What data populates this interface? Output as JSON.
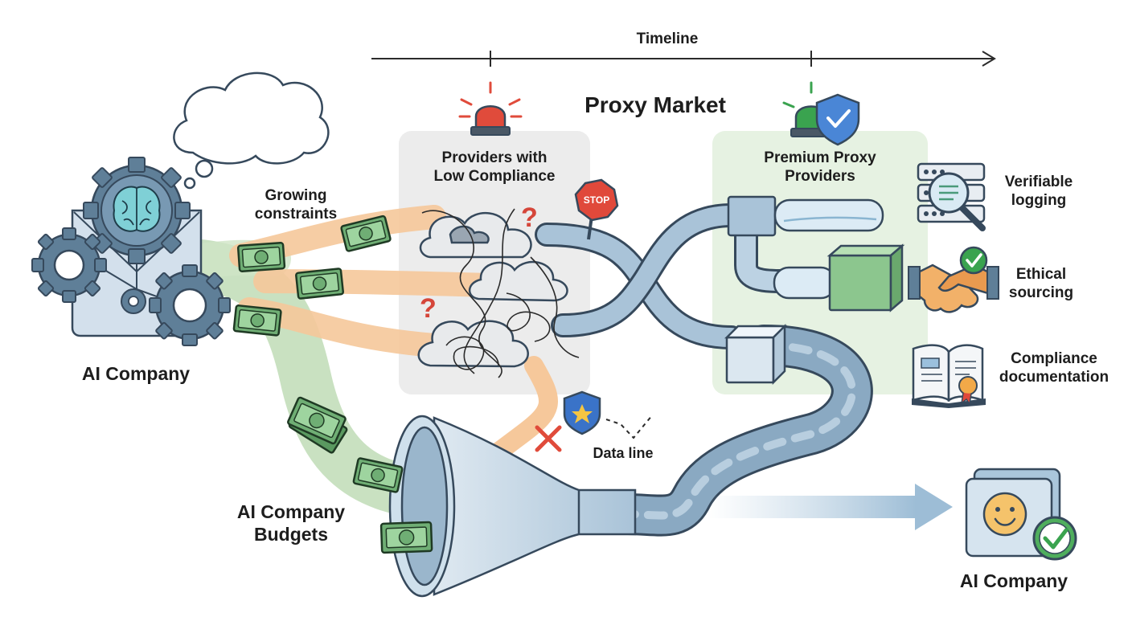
{
  "timeline": {
    "label": "Timeline"
  },
  "market": {
    "title": "Proxy Market"
  },
  "low_compliance": {
    "title_line1": "Providers with",
    "title_line2": "Low Compliance"
  },
  "premium": {
    "title_line1": "Premium Proxy",
    "title_line2": "Providers"
  },
  "growing_constraints": {
    "line1": "Growing",
    "line2": "constraints"
  },
  "ai_company_left": {
    "label": "AI Company"
  },
  "ai_company_right": {
    "label": "AI Company"
  },
  "budgets": {
    "line1": "AI Company",
    "line2": "Budgets"
  },
  "data_line": {
    "label": "Data line"
  },
  "stop_sign": {
    "text": "STOP"
  },
  "features": [
    {
      "line1": "Verifiable",
      "line2": "logging"
    },
    {
      "line1": "Ethical",
      "line2": "sourcing"
    },
    {
      "line1": "Compliance",
      "line2": "documentation"
    }
  ],
  "colors": {
    "pipe": "#8aa9c2",
    "pipe_dark": "#36495c",
    "money_green": "#6fae74",
    "orange_flow": "#f0a862",
    "low_box": "#ececec",
    "premium_box": "#e6f2e2",
    "alarm_red": "#e04b3b",
    "alarm_green": "#3aa34f",
    "shield_blue": "#3a73c8"
  }
}
